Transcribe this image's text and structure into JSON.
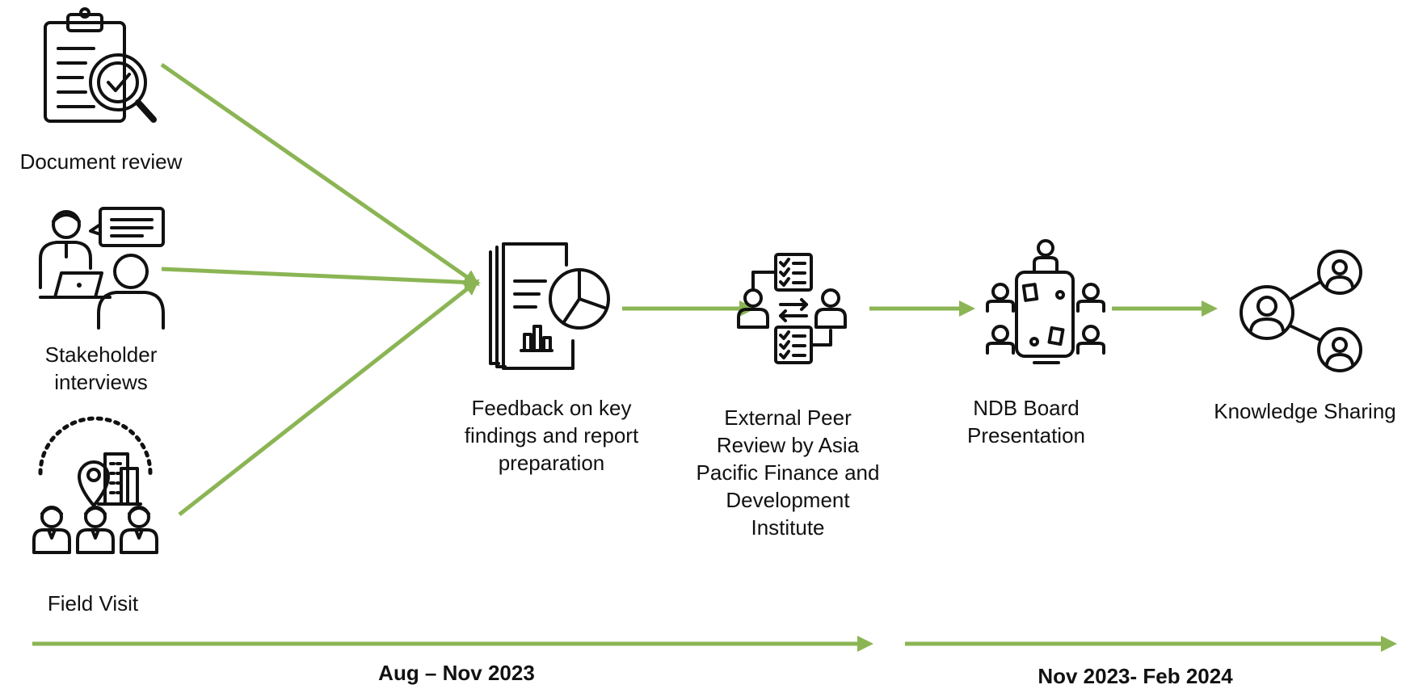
{
  "colors": {
    "arrow": "#8BB554",
    "text": "#111111"
  },
  "inputs": [
    {
      "icon": "clipboard-magnifier-icon",
      "label_lines": [
        "Document review"
      ]
    },
    {
      "icon": "interview-icon",
      "label_lines": [
        "Stakeholder",
        "interviews"
      ]
    },
    {
      "icon": "field-visit-icon",
      "label_lines": [
        "Field Visit"
      ]
    }
  ],
  "steps": [
    {
      "icon": "report-chart-icon",
      "label_lines": [
        "Feedback on key",
        "findings and report",
        "preparation"
      ]
    },
    {
      "icon": "peer-review-icon",
      "label_lines": [
        "External Peer",
        "Review by Asia",
        "Pacific Finance and",
        "Development",
        "Institute"
      ]
    },
    {
      "icon": "board-meeting-icon",
      "label_lines": [
        "NDB Board",
        "Presentation"
      ]
    },
    {
      "icon": "knowledge-sharing-icon",
      "label_lines": [
        "Knowledge Sharing"
      ]
    }
  ],
  "timeline": [
    {
      "label": "Aug – Nov 2023"
    },
    {
      "label": "Nov 2023- Feb 2024"
    }
  ]
}
